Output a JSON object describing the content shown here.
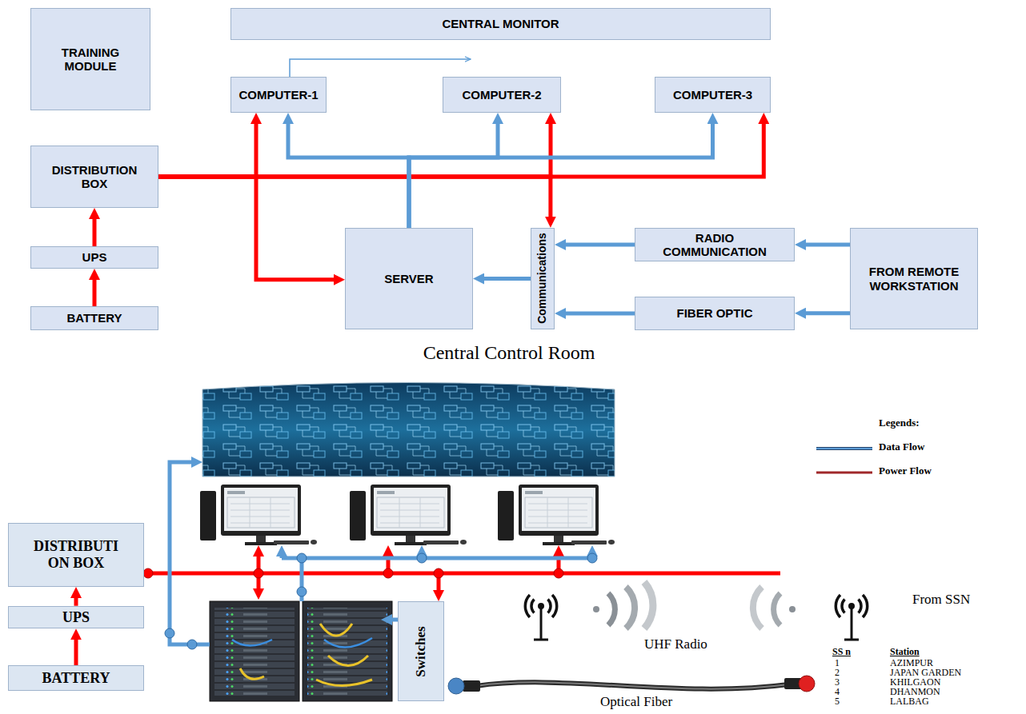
{
  "diagram": {
    "caption": "Central Control Room",
    "nodes": [
      {
        "text": [
          "TRAINING MODULE"
        ]
      },
      {
        "text": [
          "CENTRAL MONITOR"
        ]
      },
      {
        "text": [
          "COMPUTER-1"
        ]
      },
      {
        "text": [
          "COMPUTER-2"
        ]
      },
      {
        "text": [
          "COMPUTER-3"
        ]
      },
      {
        "text": [
          "DISTRIBUTION BOX"
        ]
      },
      {
        "text": [
          "UPS"
        ]
      },
      {
        "text": [
          "BATTERY"
        ]
      },
      {
        "text": [
          "SERVER"
        ]
      },
      {
        "text": [
          "Communications"
        ]
      },
      {
        "text": [
          "RADIO COMMUNICATION"
        ]
      },
      {
        "text": [
          "FIBER OPTIC"
        ]
      },
      {
        "text": [
          "FROM REMOTE WORKSTATION"
        ]
      },
      {
        "text": [
          "DISTRIBUTI ON BOX"
        ]
      },
      {
        "text": [
          "UPS"
        ]
      },
      {
        "text": [
          "BATTERY"
        ]
      },
      {
        "text": [
          "Switches"
        ]
      }
    ],
    "edges": [
      {
        "from": 7,
        "to": 6,
        "arrow": "to"
      },
      {
        "from": 6,
        "to": 5,
        "arrow": "to"
      },
      {
        "from": 5,
        "to": 4,
        "arrow": "to"
      },
      {
        "from": 5,
        "to": 2,
        "arrow": "to"
      },
      {
        "from": 5,
        "to": 8,
        "arrow": "to"
      },
      {
        "from": 5,
        "to": 3,
        "arrow": "to"
      },
      {
        "from": 5,
        "to": 9,
        "arrow": "to"
      },
      {
        "from": 8,
        "to": 2,
        "arrow": "to"
      },
      {
        "from": 8,
        "to": 3,
        "arrow": "to"
      },
      {
        "from": 8,
        "to": 4,
        "arrow": "to"
      },
      {
        "from": 9,
        "to": 8,
        "arrow": "to"
      },
      {
        "from": 10,
        "to": 9,
        "arrow": "to"
      },
      {
        "from": 11,
        "to": 9,
        "arrow": "to"
      },
      {
        "from": 12,
        "to": 10,
        "arrow": "to"
      },
      {
        "from": 12,
        "to": 11,
        "arrow": "to"
      },
      {
        "from": 15,
        "to": 14,
        "arrow": "to"
      },
      {
        "from": 14,
        "to": 13,
        "arrow": "to"
      }
    ],
    "labels": [
      "UHF Radio",
      "From SSN",
      "Optical Fiber",
      "Legends:",
      "SS n",
      "Station",
      "1",
      "AZIMPUR",
      "2",
      "JAPAN GARDEN",
      "3",
      "KHILGAON",
      "4",
      "DHANMON",
      "5",
      "LALBAG"
    ],
    "legend": [
      {
        "text": "Data Flow"
      },
      {
        "text": "Power Flow"
      }
    ]
  }
}
